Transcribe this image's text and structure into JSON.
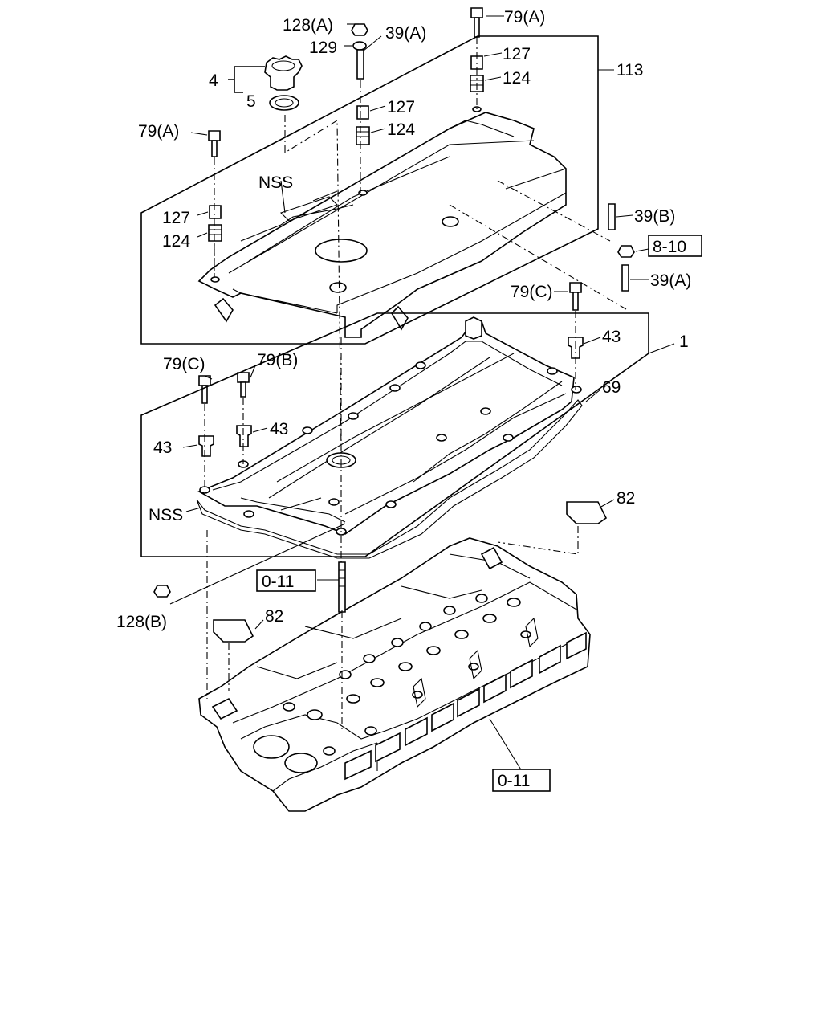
{
  "labels": {
    "n128a": "128(A)",
    "n129": "129",
    "n39a_top": "39(A)",
    "n79a_top": "79(A)",
    "n127_top": "127",
    "n124_top": "124",
    "n113": "113",
    "n4": "4",
    "n5": "5",
    "n127_mid": "127",
    "n124_mid": "124",
    "n79a_left": "79(A)",
    "nss_top": "NSS",
    "n127_left": "127",
    "n124_left": "124",
    "n39b": "39(B)",
    "ref_8_10": "8-10",
    "n39a_right": "39(A)",
    "n79c_right": "79(C)",
    "n43_right": "43",
    "n1": "1",
    "n79c_left": "79(C)",
    "n79b": "79(B)",
    "n69": "69",
    "n43_mid": "43",
    "n43_left": "43",
    "nss_bottom": "NSS",
    "n82_right": "82",
    "ref_0_11_top": "0-11",
    "n128b": "128(B)",
    "n82_left": "82",
    "ref_0_11_bottom": "0-11"
  }
}
